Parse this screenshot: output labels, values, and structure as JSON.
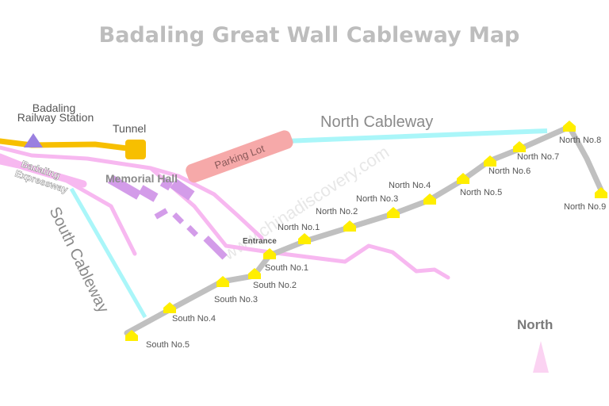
{
  "title": "Badaling Great Wall Cableway Map",
  "watermark": "www.chinadiscovery.com",
  "labels": {
    "railway_station_line1": "Badaling",
    "railway_station_line2": "Railway Station",
    "tunnel": "Tunnel",
    "expressway_line1": "Badaling",
    "expressway_line2": "Expressway",
    "memorial_hall": "Memorial Hall",
    "parking_lot": "Parking Lot",
    "north_cableway": "North Cableway",
    "south_cableway": "South Cableway",
    "entrance": "Entrance",
    "north_arrow": "North"
  },
  "stations": {
    "north_1": "North No.1",
    "north_2": "North No.2",
    "north_3": "North No.3",
    "north_4": "North No.4",
    "north_5": "North No.5",
    "north_6": "North No.6",
    "north_7": "North No.7",
    "north_8": "North No.8",
    "north_9": "North No.9",
    "south_1": "South No.1",
    "south_2": "South No.2",
    "south_3": "South No.3",
    "south_4": "South No.4",
    "south_5": "South No.5"
  },
  "colors": {
    "great_wall": "#c0c0c0",
    "road": "#f7b8f0",
    "tunnel_road": "#f7bf00",
    "cableway": "#aaf6f9",
    "station_marker": "#ffee00",
    "parking_lot": "#f6a9a9",
    "memorial_hall": "#d39ce9",
    "railway_marker": "#9a80e0",
    "north_arrow": "#fbd3f2"
  }
}
